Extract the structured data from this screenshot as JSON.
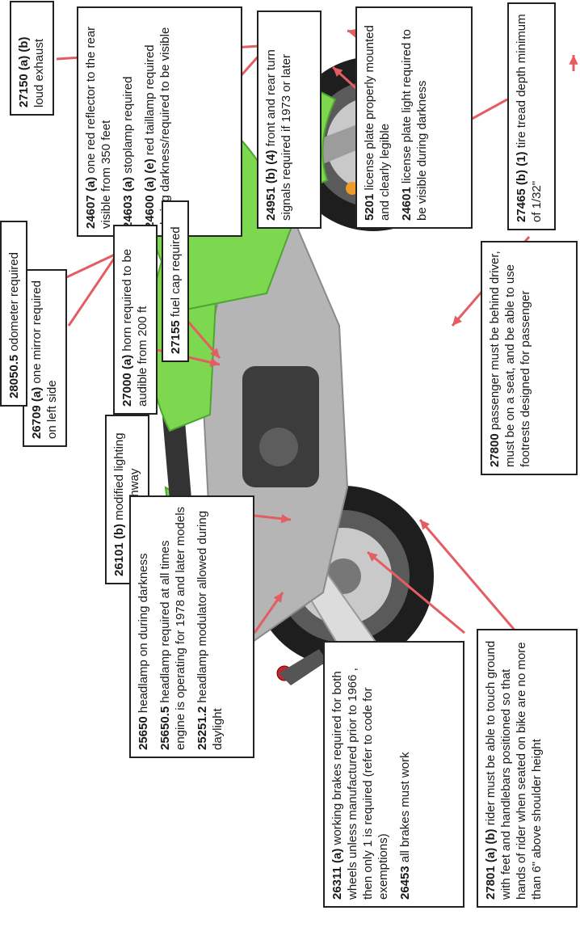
{
  "diagram": {
    "colors": {
      "arrow": "#e35d63",
      "fairing": "#7dd84f",
      "fairing_dark": "#4ea531",
      "body_gray": "#b5b5b5",
      "tire": "#1e1e1e"
    },
    "labels": [
      {
        "id": "exhaust",
        "items": [
          {
            "code": "27150 (a) (b)",
            "text": "loud exhaust"
          }
        ]
      },
      {
        "id": "reflector",
        "items": [
          {
            "code": "24607 (a)",
            "text": "one red reflector to the rear visible from 350 feet"
          },
          {
            "code": "24603 (a)",
            "text": "stoplamp required"
          },
          {
            "code": "24600 (a) (e)",
            "text": "red taillamp required during darkness/required to be visible"
          }
        ]
      },
      {
        "id": "turn-signals",
        "items": [
          {
            "code": "24951 (b) (4)",
            "text": "front and rear turn signals required if 1973 or later"
          }
        ]
      },
      {
        "id": "license",
        "items": [
          {
            "code": "5201",
            "text": "license plate properly mounted and clearly legible"
          },
          {
            "code": "24601",
            "text": "license plate light required to be visible during darkness"
          }
        ]
      },
      {
        "id": "tread",
        "items": [
          {
            "code": "27465 (b) (1)",
            "text": "tire tread depth minimum of 1/32\""
          }
        ]
      },
      {
        "id": "passenger",
        "items": [
          {
            "code": "27800",
            "text": "passenger must be behind driver, must be on a seat, and be able to use footrests designed for passenger"
          }
        ]
      },
      {
        "id": "fuel",
        "items": [
          {
            "code": "27155",
            "text": "fuel cap required"
          }
        ]
      },
      {
        "id": "horn",
        "items": [
          {
            "code": "27000 (a)",
            "text": "horn required to be audible from 200 ft"
          }
        ]
      },
      {
        "id": "mirror",
        "items": [
          {
            "code": "26709 (a)",
            "text": "one mirror required on left side"
          }
        ]
      },
      {
        "id": "odometer",
        "items": [
          {
            "code": "28050.5",
            "text": "odometer required"
          }
        ]
      },
      {
        "id": "lighting",
        "items": [
          {
            "code": "26101 (b)",
            "text": "modified lighting use upon a highway"
          }
        ]
      },
      {
        "id": "headlamp",
        "items": [
          {
            "code": "25650",
            "text": "headlamp on during darkness"
          },
          {
            "code": "25650.5",
            "text": "headlamp required at all times engine is operating for 1978 and later models"
          },
          {
            "code": "25251.2",
            "text": "headlamp modulator allowed during daylight"
          }
        ]
      },
      {
        "id": "brakes",
        "items": [
          {
            "code": "26311 (a)",
            "text": "working brakes required for both wheels unless manufactured prior to 1966 , then only 1 is required (refer to code for exemptions)"
          },
          {
            "code": "26453",
            "text": "all brakes must work"
          }
        ]
      },
      {
        "id": "rider",
        "items": [
          {
            "code": "27801 (a) (b)",
            "text": "rider must be able to touch ground with feet and handlebars positioned so that hands of rider when seated on bike are no more than 6\" above shoulder height"
          }
        ]
      }
    ]
  }
}
